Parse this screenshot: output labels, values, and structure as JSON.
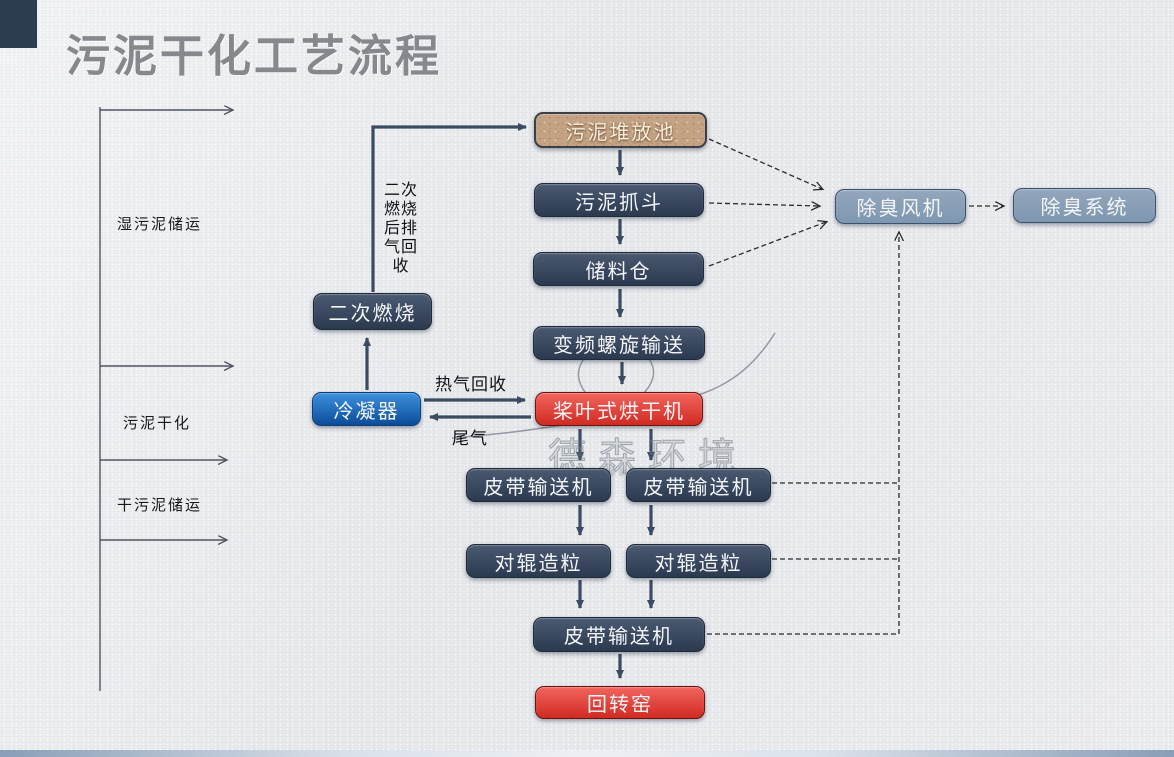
{
  "title": "污泥干化工艺流程",
  "watermark": "德森环境",
  "colors": {
    "node_navy": "#2c3a50",
    "node_red": "#d02b22",
    "node_blue": "#0b4c99",
    "node_steel": "#8299b3",
    "node_tan": "#c4a284",
    "arrow_solid": "#3b4b61",
    "arrow_dashed": "#2b2b2b",
    "title_gray": "#85888c",
    "corner_accent": "#2e3c52"
  },
  "stage_labels": [
    {
      "label": "湿污泥储运"
    },
    {
      "label": "污泥干化"
    },
    {
      "label": "干污泥储运"
    }
  ],
  "nodes": {
    "sludge_pool": "污泥堆放池",
    "sludge_grab": "污泥抓斗",
    "storage_silo": "储料仓",
    "screw_conveyor": "变频螺旋输送",
    "paddle_dryer": "桨叶式烘干机",
    "belt_conveyor_left": "皮带输送机",
    "belt_conveyor_right": "皮带输送机",
    "roller_granulator_left": "对辊造粒",
    "roller_granulator_right": "对辊造粒",
    "belt_conveyor_bottom": "皮带输送机",
    "rotary_kiln": "回转窑",
    "secondary_combustion": "二次燃烧",
    "condenser": "冷凝器",
    "deodorizing_fan": "除臭风机",
    "deodorizing_system": "除臭系统"
  },
  "edge_labels": {
    "secondary_combustion_exhaust": "二次燃烧后排气回收",
    "hot_gas_recovery": "热气回收",
    "tail_gas": "尾气"
  }
}
